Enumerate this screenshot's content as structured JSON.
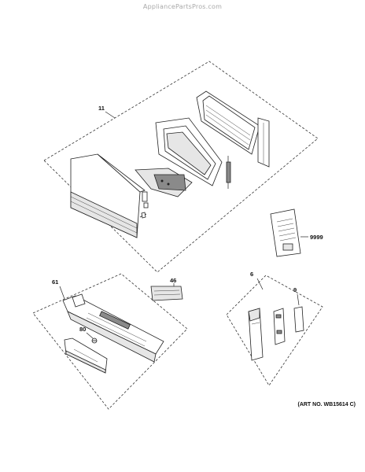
{
  "watermark": "AppliancePartsPros.com",
  "art_number": "(ART NO. WB15614 C)",
  "callouts": {
    "p11": "11",
    "p9999": "9999",
    "p46": "46",
    "p61": "61",
    "p80": "80",
    "p6": "6",
    "p9": "9"
  }
}
